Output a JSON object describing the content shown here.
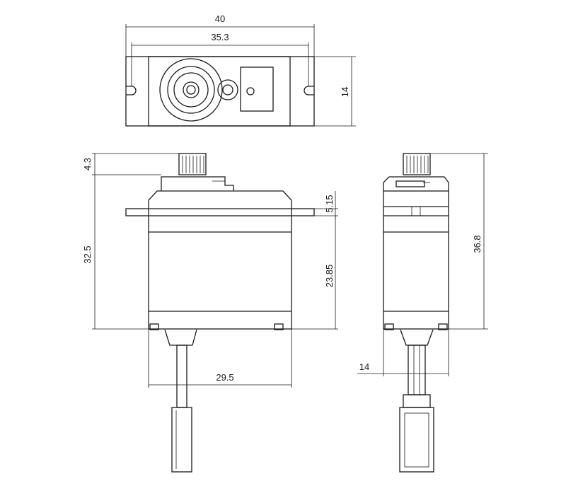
{
  "dimensions": {
    "top_width_overall": "40",
    "top_width_holes": "35.3",
    "top_depth": "14",
    "front_gear_height": "4.3",
    "front_total_height": "32.5",
    "front_tab_thickness": "5.15",
    "front_body_height": "23.85",
    "front_body_width": "29.5",
    "side_total_height": "36.8",
    "side_depth": "14"
  }
}
